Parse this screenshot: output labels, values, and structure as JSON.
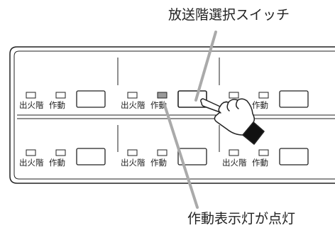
{
  "callouts": {
    "floor_select_switch": "放送階選択スイッチ",
    "indicator_lit": "作動表示灯が点灯"
  },
  "labels": {
    "fire_floor": "出火階",
    "operation": "作動"
  },
  "panel": {
    "rows": 2,
    "columns": 3,
    "lit_indicator": {
      "row": 1,
      "column": 2
    },
    "pressed_switch": {
      "row": 1,
      "column": 2
    }
  },
  "colors": {
    "line": "#222222",
    "lit_lamp": "#9a9a9a",
    "leader": "#aaaaaa",
    "background": "#ffffff"
  },
  "icons": {
    "pointer": "pointing-hand-icon"
  }
}
